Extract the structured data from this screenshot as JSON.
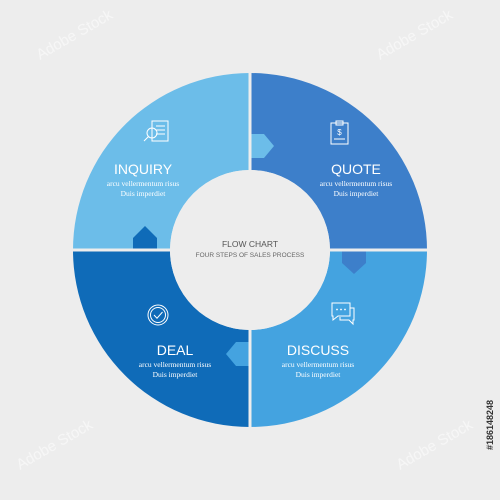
{
  "center": {
    "title": "FLOW CHART",
    "subtitle": "FOUR STEPS OF SALES PROCESS"
  },
  "steps": [
    {
      "title": "INQUIRY",
      "line1": "arcu vellermentum risus",
      "line2": "Duis imperdiet",
      "color": "#6cbde9",
      "icon": "document-search-icon"
    },
    {
      "title": "QUOTE",
      "line1": "arcu vellermentum risus",
      "line2": "Duis imperdiet",
      "color": "#3d7fca",
      "icon": "invoice-icon"
    },
    {
      "title": "DISCUSS",
      "line1": "arcu vellermentum risus",
      "line2": "Duis imperdiet",
      "color": "#44a3e0",
      "icon": "chat-bubbles-icon"
    },
    {
      "title": "DEAL",
      "line1": "arcu vellermentum risus",
      "line2": "Duis imperdiet",
      "color": "#0f6bb8",
      "icon": "check-circle-icon"
    }
  ],
  "colors": {
    "background": "#ededed",
    "center_fill": "#ededed",
    "divider": "#ededed"
  },
  "watermark": {
    "text": "Adobe Stock",
    "id": "#186148248"
  }
}
